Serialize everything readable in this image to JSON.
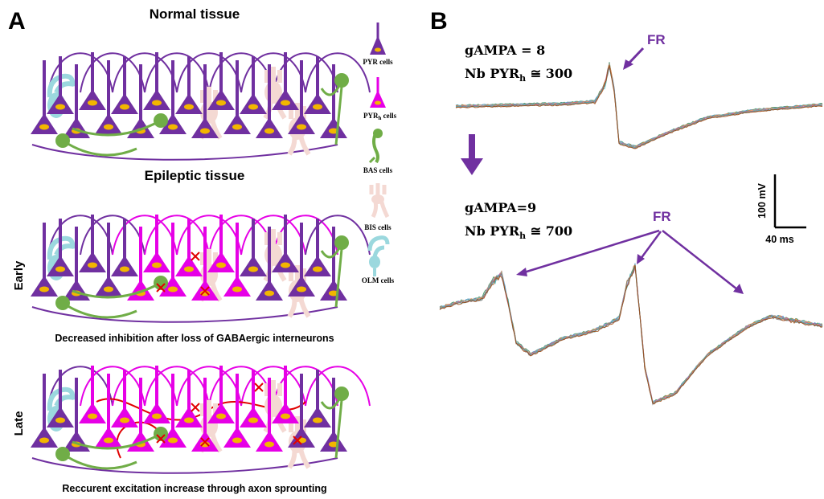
{
  "panel_a": {
    "letter": "A",
    "rows": [
      {
        "heading": "Normal tissue",
        "stage": "",
        "caption": ""
      },
      {
        "heading": "Epileptic tissue",
        "stage": "Early",
        "caption": "Decreased inhibition after loss of GABAergic interneurons"
      },
      {
        "heading": "",
        "stage": "Late",
        "caption": "Reccurent excitation increase through axon sprounting"
      }
    ],
    "legend": [
      {
        "label": "PYR cells",
        "color": "#7030A0",
        "icon": "pyramidal-cell-icon"
      },
      {
        "label": "PYR",
        "sub": "h",
        "suffix": " cells",
        "color": "#E600E6",
        "icon": "hyperexcitable-pyramidal-cell-icon"
      },
      {
        "label": "BAS cells",
        "color": "#70AD47",
        "icon": "basket-cell-icon"
      },
      {
        "label": "BIS cells",
        "color": "#F4D9D3",
        "icon": "bistratified-cell-icon"
      },
      {
        "label": "OLM cells",
        "color": "#9BD8DE",
        "icon": "olm-cell-icon"
      }
    ]
  },
  "panel_b": {
    "letter": "B",
    "top": {
      "gampa": "gAMPA = 8",
      "nb_prefix": "Nb PYR",
      "nb_sub": "h",
      "nb_suffix": " ≅ 300",
      "fr_label": "FR"
    },
    "bottom": {
      "gampa": "gAMPA=9",
      "nb_prefix": "Nb PYR",
      "nb_sub": "h",
      "nb_suffix": " ≅ 700",
      "fr_label": "FR"
    },
    "scale_bar": {
      "vertical": "100 mV",
      "horizontal": "40 ms"
    }
  },
  "colors": {
    "pyr": "#7030A0",
    "pyrh": "#E600E6",
    "bas": "#70AD47",
    "bis": "#F4D9D3",
    "olm": "#9BD8DE",
    "soma": "#F2B600",
    "sprout": "#E00000",
    "lesion": "#E00000"
  }
}
